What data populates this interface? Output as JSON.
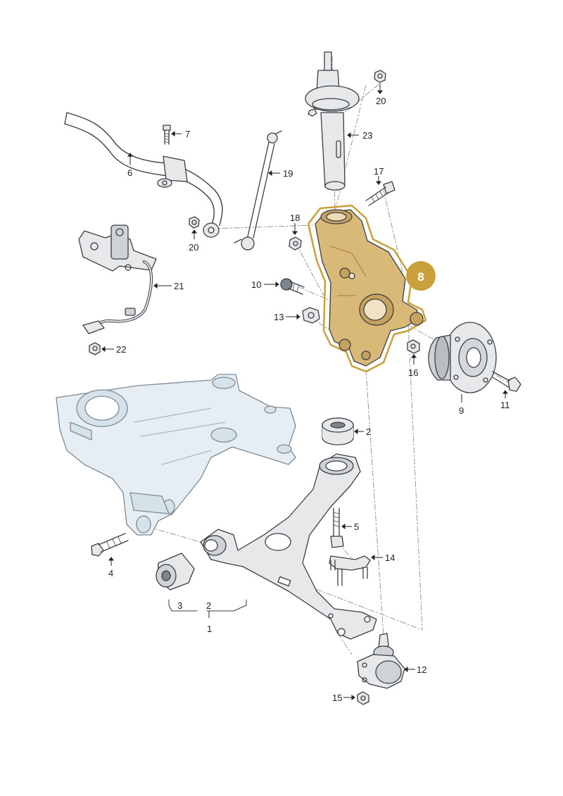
{
  "diagram": {
    "highlight": {
      "part": "8",
      "color": "#c9a03a",
      "fill": "#d9b978"
    },
    "part_colors": {
      "line": "#3a3f44",
      "grey": "#e6e8ea",
      "blue_grey": "#cfdde6",
      "dark": "#7e868c"
    },
    "callouts": [
      {
        "id": "20a",
        "label": "20"
      },
      {
        "id": "7",
        "label": "7"
      },
      {
        "id": "23",
        "label": "23"
      },
      {
        "id": "6",
        "label": "6"
      },
      {
        "id": "19",
        "label": "19"
      },
      {
        "id": "17",
        "label": "17"
      },
      {
        "id": "18",
        "label": "18"
      },
      {
        "id": "20b",
        "label": "20"
      },
      {
        "id": "21",
        "label": "21"
      },
      {
        "id": "10",
        "label": "10"
      },
      {
        "id": "13",
        "label": "13"
      },
      {
        "id": "22",
        "label": "22"
      },
      {
        "id": "16",
        "label": "16"
      },
      {
        "id": "9",
        "label": "9"
      },
      {
        "id": "11",
        "label": "11"
      },
      {
        "id": "2a",
        "label": "2"
      },
      {
        "id": "5",
        "label": "5"
      },
      {
        "id": "14",
        "label": "14"
      },
      {
        "id": "4",
        "label": "4"
      },
      {
        "id": "3",
        "label": "3"
      },
      {
        "id": "2b",
        "label": "2"
      },
      {
        "id": "1",
        "label": "1"
      },
      {
        "id": "12",
        "label": "12"
      },
      {
        "id": "15",
        "label": "15"
      }
    ]
  }
}
